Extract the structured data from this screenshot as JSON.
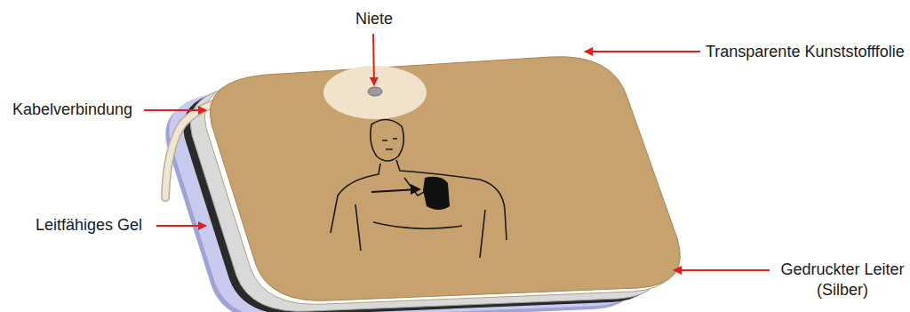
{
  "diagram": {
    "labels": [
      "Niete",
      "Kabelverbindung",
      "Transparente Kunststofffolie",
      "Leitfähiges Gel",
      "Gedruckter Leiter (Silber)"
    ]
  }
}
